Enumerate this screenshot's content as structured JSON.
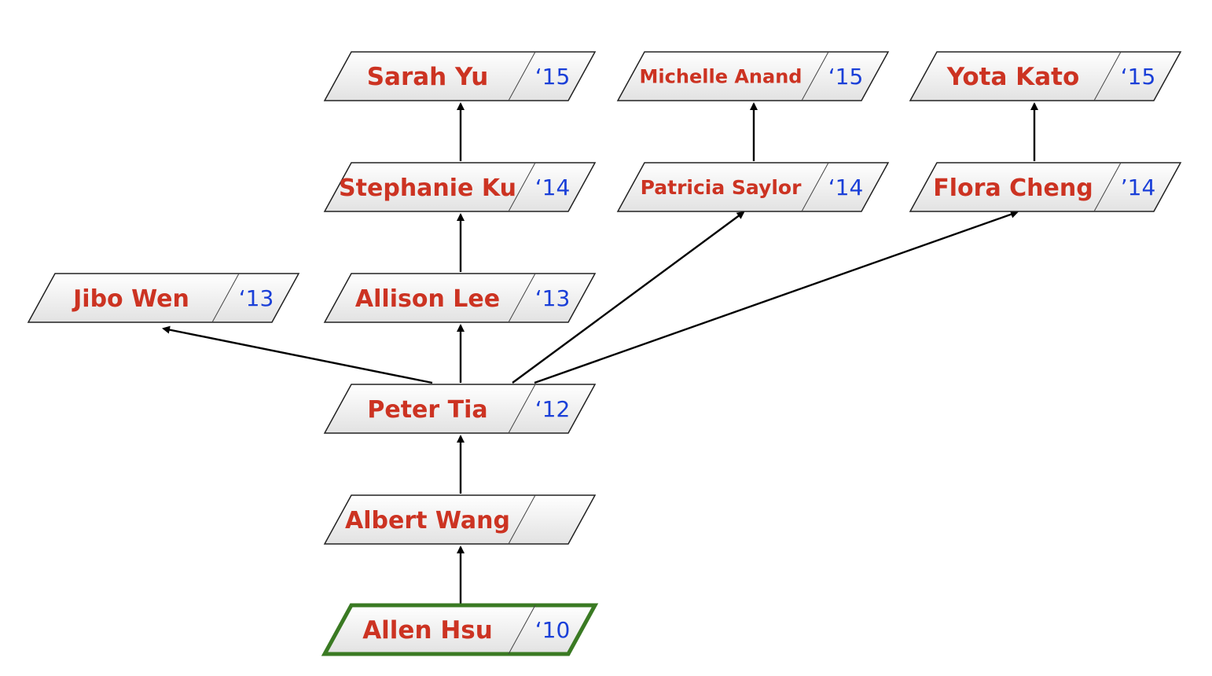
{
  "nodes": [
    {
      "id": "allen-hsu",
      "name": "Allen Hsu",
      "year": "‘10",
      "root": true
    },
    {
      "id": "albert-wang",
      "name": "Albert Wang",
      "year": ""
    },
    {
      "id": "peter-tia",
      "name": "Peter Tia",
      "year": "‘12"
    },
    {
      "id": "jibo-wen",
      "name": "Jibo Wen",
      "year": "‘13"
    },
    {
      "id": "allison-lee",
      "name": "Allison Lee",
      "year": "‘13"
    },
    {
      "id": "stephanie-ku",
      "name": "Stephanie Ku",
      "year": "‘14"
    },
    {
      "id": "sarah-yu",
      "name": "Sarah Yu",
      "year": "‘15"
    },
    {
      "id": "patricia-saylor",
      "name": "Patricia Saylor",
      "year": "‘14"
    },
    {
      "id": "michelle-anand",
      "name": "Michelle Anand",
      "year": "‘15"
    },
    {
      "id": "flora-cheng",
      "name": "Flora Cheng",
      "year": "’14"
    },
    {
      "id": "yota-kato",
      "name": "Yota Kato",
      "year": "‘15"
    }
  ],
  "edges": [
    {
      "from": "allen-hsu",
      "to": "albert-wang"
    },
    {
      "from": "albert-wang",
      "to": "peter-tia"
    },
    {
      "from": "peter-tia",
      "to": "allison-lee"
    },
    {
      "from": "peter-tia",
      "to": "jibo-wen"
    },
    {
      "from": "peter-tia",
      "to": "patricia-saylor"
    },
    {
      "from": "peter-tia",
      "to": "flora-cheng"
    },
    {
      "from": "allison-lee",
      "to": "stephanie-ku"
    },
    {
      "from": "stephanie-ku",
      "to": "sarah-yu"
    },
    {
      "from": "patricia-saylor",
      "to": "michelle-anand"
    },
    {
      "from": "flora-cheng",
      "to": "yota-kato"
    }
  ]
}
